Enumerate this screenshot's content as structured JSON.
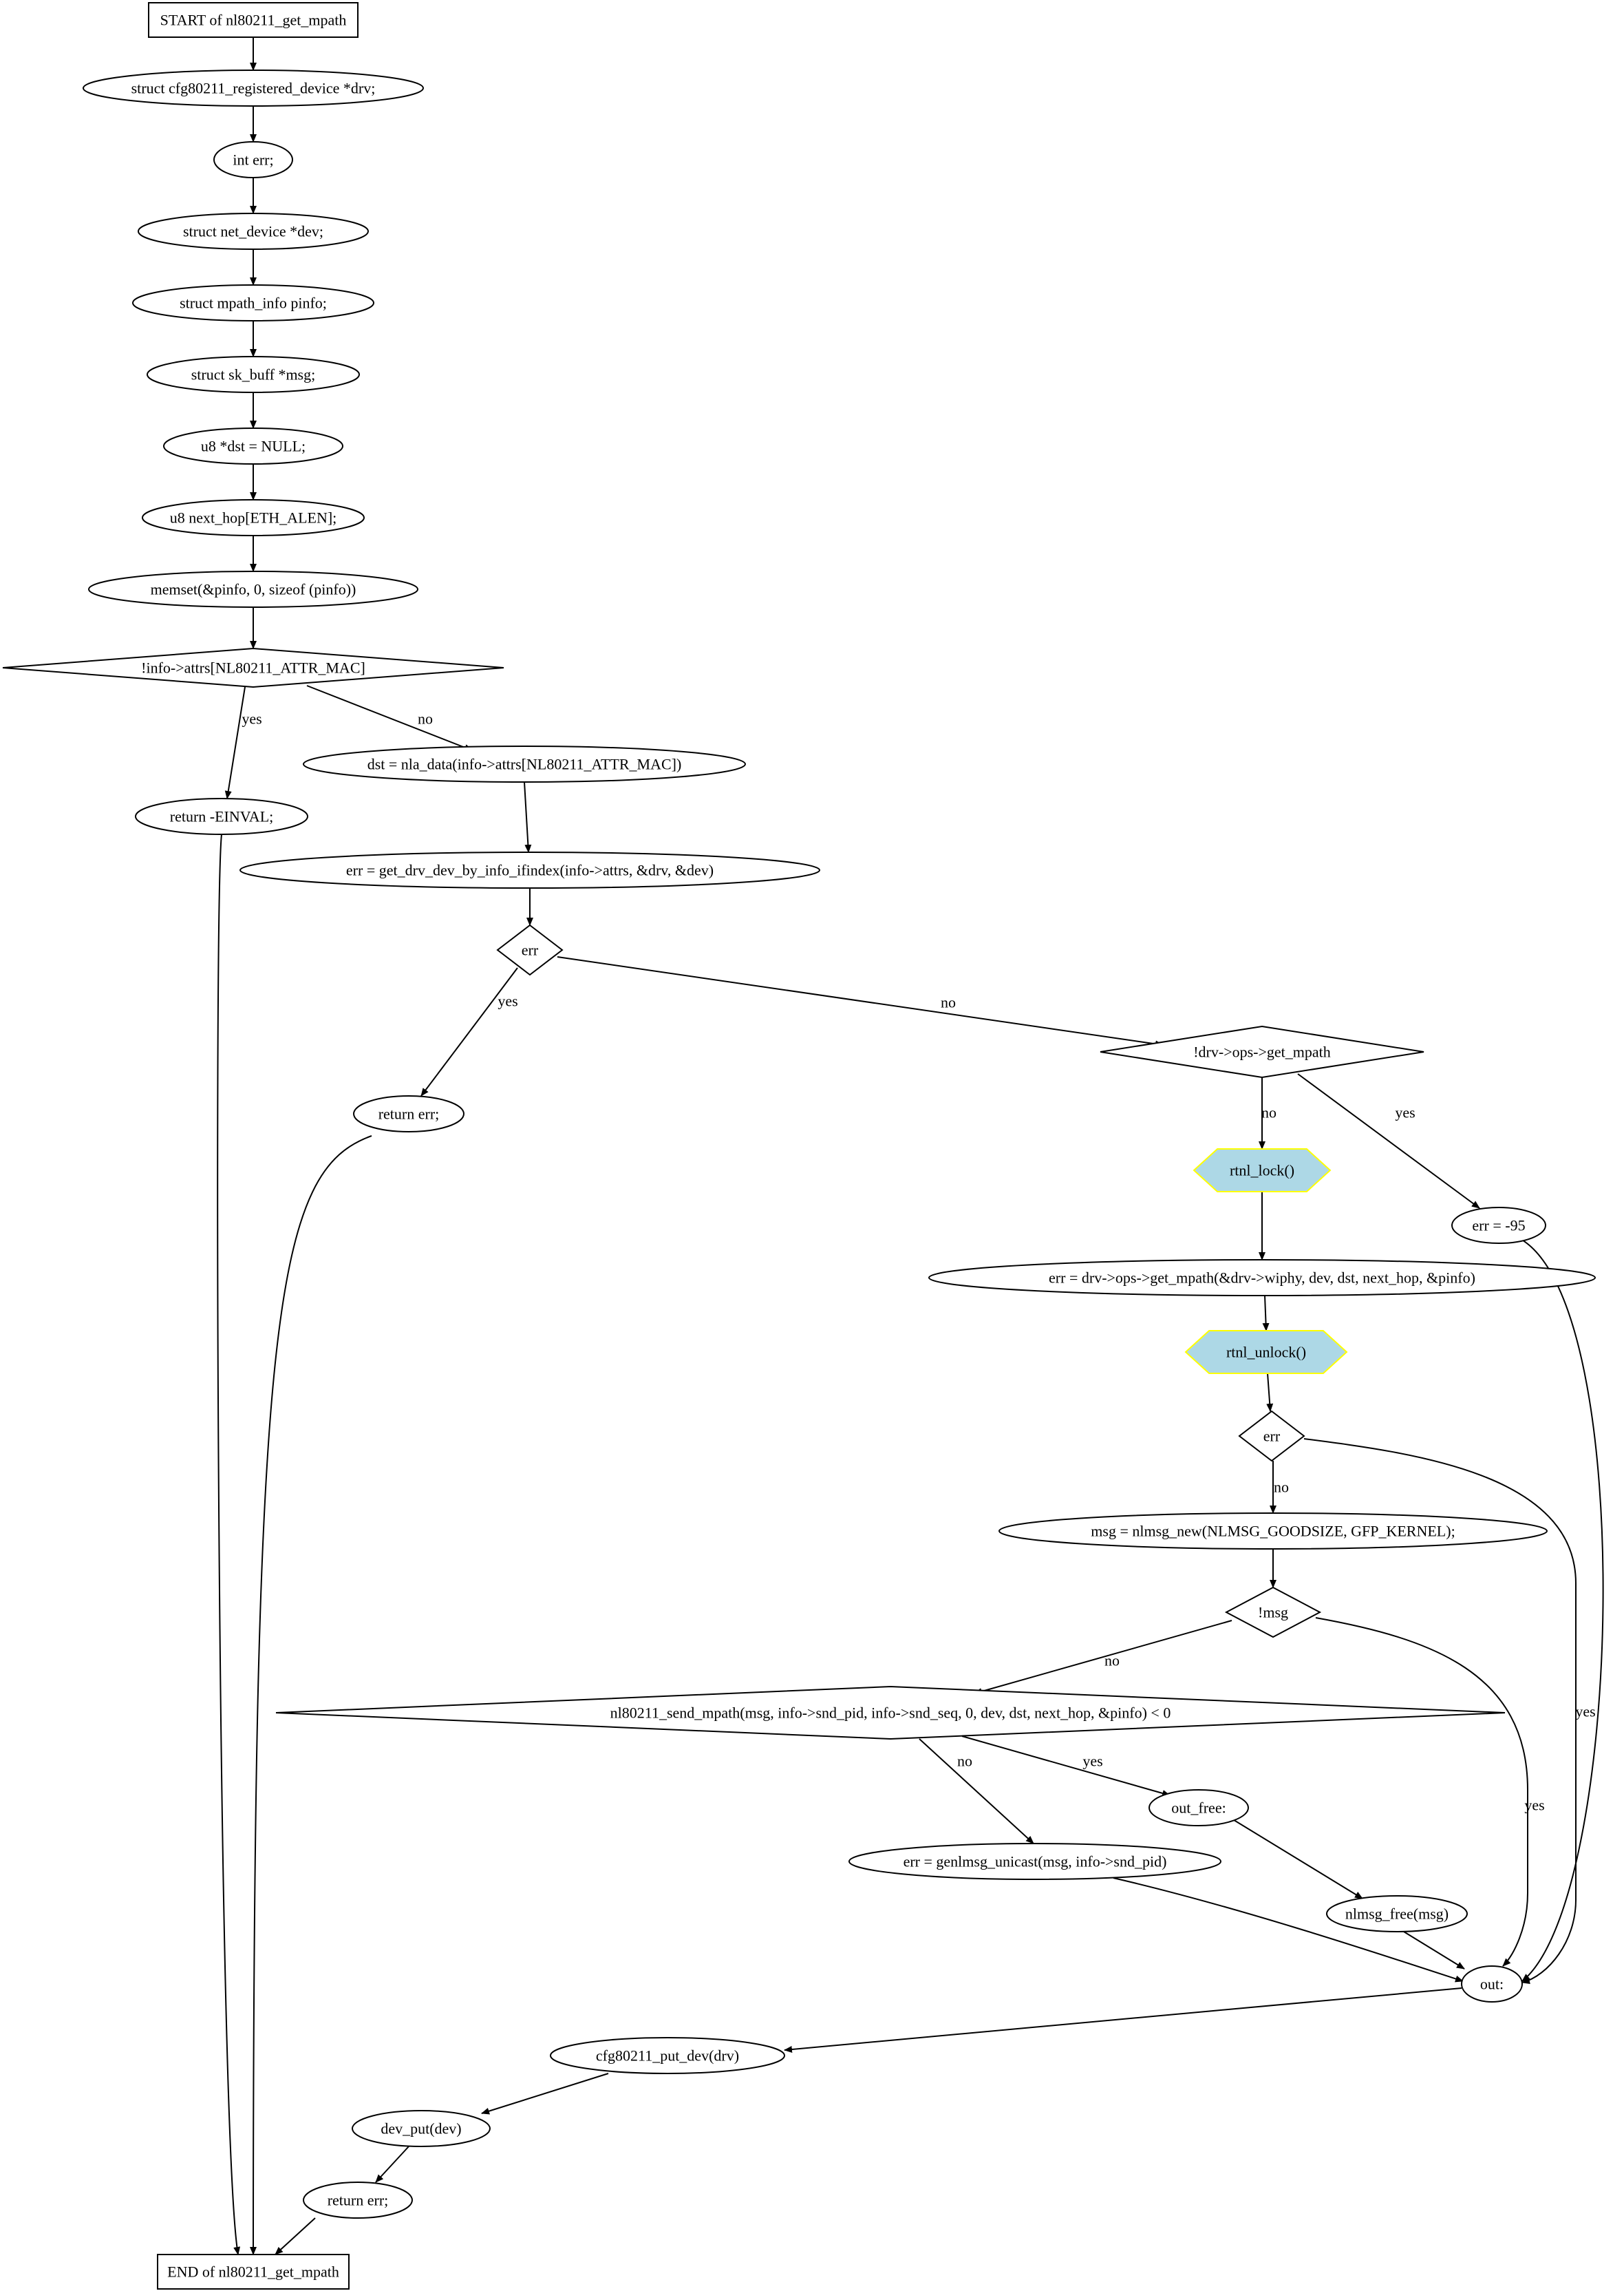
{
  "nodes": [
    {
      "id": "start",
      "shape": "box",
      "label": "START of nl80211_get_mpath"
    },
    {
      "id": "n1",
      "shape": "ellipse",
      "label": "struct cfg80211_registered_device *drv;"
    },
    {
      "id": "n2",
      "shape": "ellipse",
      "label": "int err;"
    },
    {
      "id": "n3",
      "shape": "ellipse",
      "label": "struct net_device *dev;"
    },
    {
      "id": "n4",
      "shape": "ellipse",
      "label": "struct mpath_info pinfo;"
    },
    {
      "id": "n5",
      "shape": "ellipse",
      "label": "struct sk_buff *msg;"
    },
    {
      "id": "n6",
      "shape": "ellipse",
      "label": "u8 *dst = NULL;"
    },
    {
      "id": "n7",
      "shape": "ellipse",
      "label": "u8 next_hop[ETH_ALEN];"
    },
    {
      "id": "n8",
      "shape": "ellipse",
      "label": "memset(&pinfo, 0, sizeof (pinfo))"
    },
    {
      "id": "d1",
      "shape": "diamond",
      "label": "!info->attrs[NL80211_ATTR_MAC]"
    },
    {
      "id": "r1",
      "shape": "ellipse",
      "label": "return -EINVAL;"
    },
    {
      "id": "n9",
      "shape": "ellipse",
      "label": "dst = nla_data(info->attrs[NL80211_ATTR_MAC])"
    },
    {
      "id": "n10",
      "shape": "ellipse",
      "label": "err = get_drv_dev_by_info_ifindex(info->attrs, &drv, &dev)"
    },
    {
      "id": "d2",
      "shape": "diamond",
      "label": "err"
    },
    {
      "id": "r2",
      "shape": "ellipse",
      "label": "return err;"
    },
    {
      "id": "d3",
      "shape": "diamond",
      "label": "!drv->ops->get_mpath"
    },
    {
      "id": "lock",
      "shape": "hexagon",
      "label": "rtnl_lock()"
    },
    {
      "id": "e95",
      "shape": "ellipse",
      "label": "err = -95"
    },
    {
      "id": "n11",
      "shape": "ellipse",
      "label": "err = drv->ops->get_mpath(&drv->wiphy, dev, dst, next_hop, &pinfo)"
    },
    {
      "id": "unlock",
      "shape": "hexagon",
      "label": "rtnl_unlock()"
    },
    {
      "id": "d4",
      "shape": "diamond",
      "label": "err"
    },
    {
      "id": "n12",
      "shape": "ellipse",
      "label": "msg = nlmsg_new(NLMSG_GOODSIZE, GFP_KERNEL);"
    },
    {
      "id": "d5",
      "shape": "diamond",
      "label": "!msg"
    },
    {
      "id": "d6",
      "shape": "diamond",
      "label": "nl80211_send_mpath(msg, info->snd_pid, info->snd_seq, 0, dev, dst, next_hop, &pinfo) < 0"
    },
    {
      "id": "outfree",
      "shape": "ellipse",
      "label": "out_free:"
    },
    {
      "id": "n13",
      "shape": "ellipse",
      "label": "err = genlmsg_unicast(msg, info->snd_pid)"
    },
    {
      "id": "n14",
      "shape": "ellipse",
      "label": "nlmsg_free(msg)"
    },
    {
      "id": "out",
      "shape": "ellipse",
      "label": "out:"
    },
    {
      "id": "n15",
      "shape": "ellipse",
      "label": "cfg80211_put_dev(drv)"
    },
    {
      "id": "n16",
      "shape": "ellipse",
      "label": "dev_put(dev)"
    },
    {
      "id": "r3",
      "shape": "ellipse",
      "label": "return err;"
    },
    {
      "id": "end",
      "shape": "box",
      "label": "END of nl80211_get_mpath"
    }
  ],
  "edges": [
    {
      "from": "start",
      "to": "n1",
      "label": ""
    },
    {
      "from": "n1",
      "to": "n2",
      "label": ""
    },
    {
      "from": "n2",
      "to": "n3",
      "label": ""
    },
    {
      "from": "n3",
      "to": "n4",
      "label": ""
    },
    {
      "from": "n4",
      "to": "n5",
      "label": ""
    },
    {
      "from": "n5",
      "to": "n6",
      "label": ""
    },
    {
      "from": "n6",
      "to": "n7",
      "label": ""
    },
    {
      "from": "n7",
      "to": "n8",
      "label": ""
    },
    {
      "from": "n8",
      "to": "d1",
      "label": ""
    },
    {
      "from": "d1",
      "to": "r1",
      "label": "yes"
    },
    {
      "from": "d1",
      "to": "n9",
      "label": "no"
    },
    {
      "from": "r1",
      "to": "end",
      "label": ""
    },
    {
      "from": "n9",
      "to": "n10",
      "label": ""
    },
    {
      "from": "n10",
      "to": "d2",
      "label": ""
    },
    {
      "from": "d2",
      "to": "r2",
      "label": "yes"
    },
    {
      "from": "d2",
      "to": "d3",
      "label": "no"
    },
    {
      "from": "r2",
      "to": "end",
      "label": ""
    },
    {
      "from": "d3",
      "to": "lock",
      "label": "no"
    },
    {
      "from": "d3",
      "to": "e95",
      "label": "yes"
    },
    {
      "from": "lock",
      "to": "n11",
      "label": ""
    },
    {
      "from": "e95",
      "to": "out",
      "label": ""
    },
    {
      "from": "n11",
      "to": "unlock",
      "label": ""
    },
    {
      "from": "unlock",
      "to": "d4",
      "label": ""
    },
    {
      "from": "d4",
      "to": "n12",
      "label": "no"
    },
    {
      "from": "d4",
      "to": "out",
      "label": "yes"
    },
    {
      "from": "n12",
      "to": "d5",
      "label": ""
    },
    {
      "from": "d5",
      "to": "d6",
      "label": "no"
    },
    {
      "from": "d5",
      "to": "out",
      "label": "yes"
    },
    {
      "from": "d6",
      "to": "outfree",
      "label": "yes"
    },
    {
      "from": "d6",
      "to": "n13",
      "label": "no"
    },
    {
      "from": "outfree",
      "to": "n14",
      "label": ""
    },
    {
      "from": "n13",
      "to": "out",
      "label": ""
    },
    {
      "from": "n14",
      "to": "out",
      "label": ""
    },
    {
      "from": "out",
      "to": "n15",
      "label": ""
    },
    {
      "from": "n15",
      "to": "n16",
      "label": ""
    },
    {
      "from": "n16",
      "to": "r3",
      "label": ""
    },
    {
      "from": "r3",
      "to": "end",
      "label": ""
    }
  ]
}
